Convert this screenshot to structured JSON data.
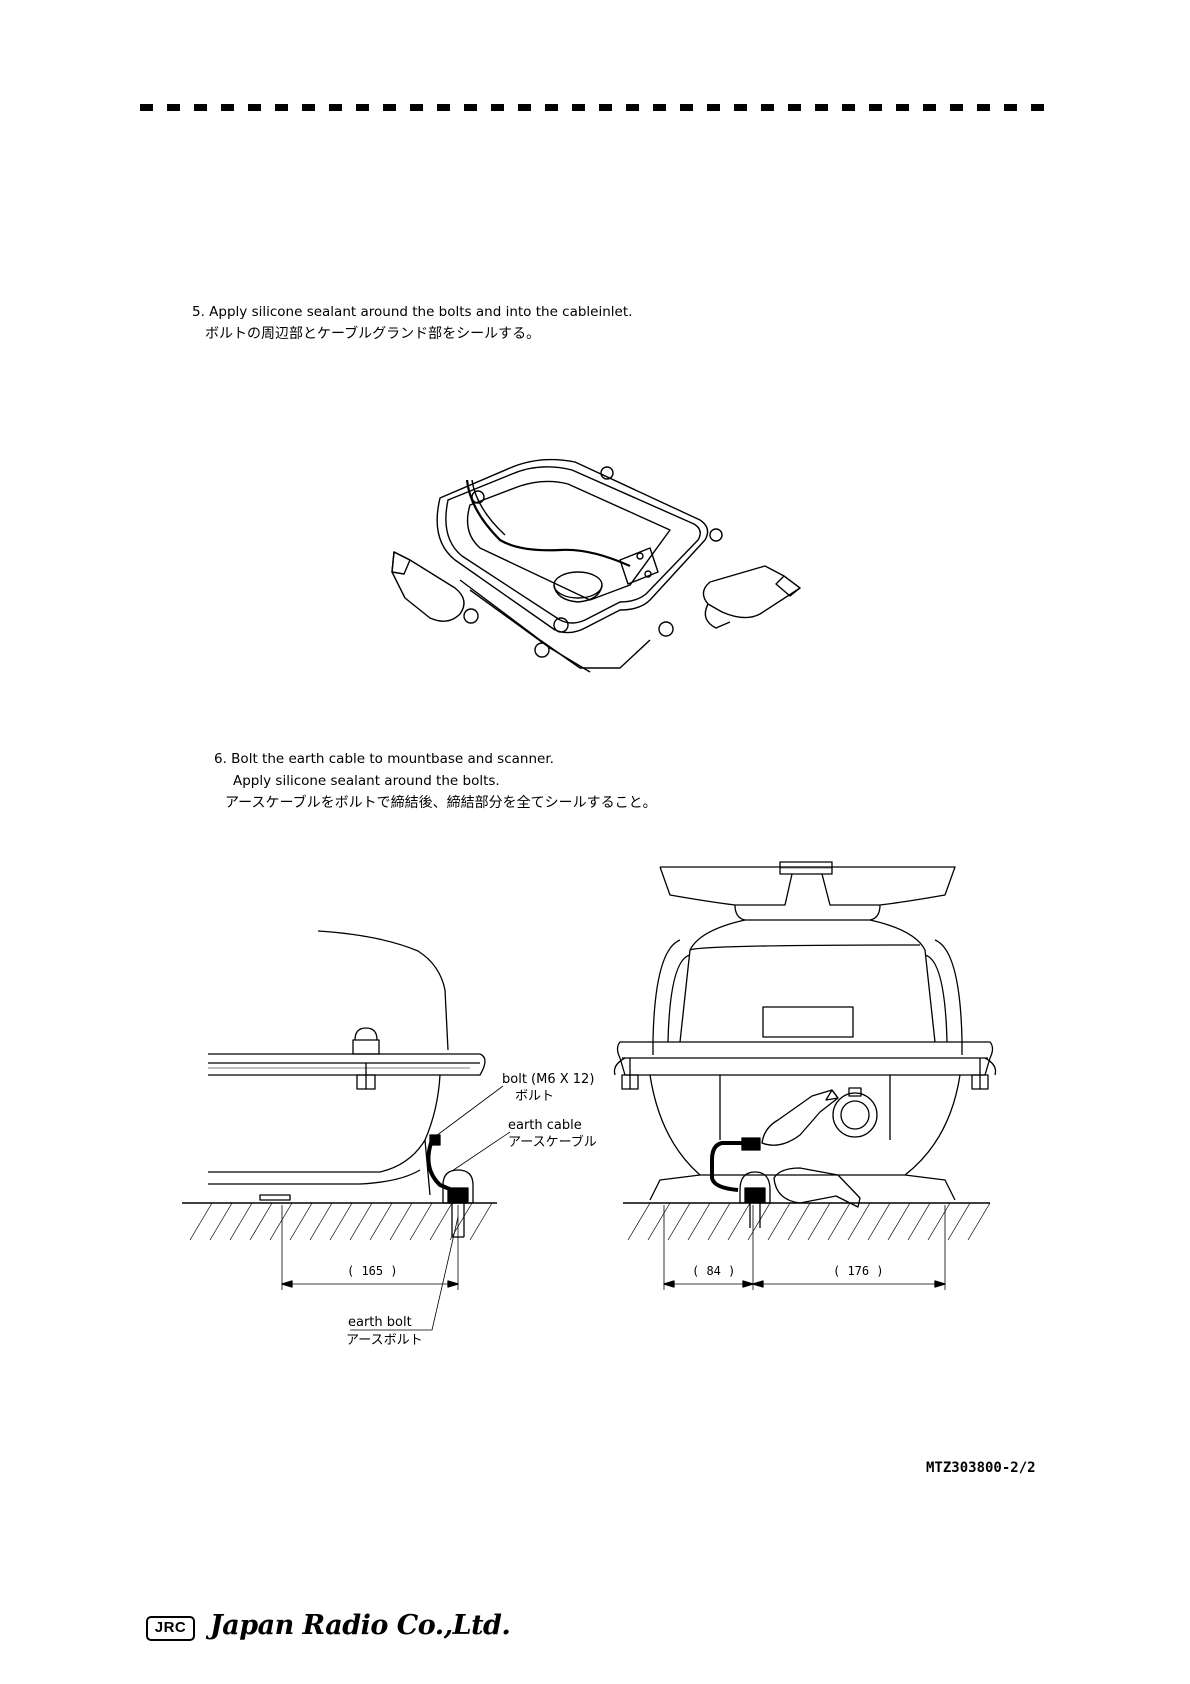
{
  "step5": {
    "instruction_en": "5. Apply silicone sealant around the bolts and into the cableinlet.",
    "instruction_jp": "ボルトの周辺部とケーブルグランド部をシールする。"
  },
  "step6": {
    "instruction_en_1": "6. Bolt the earth cable to mountbase and scanner.",
    "instruction_en_2": "Apply silicone sealant around the bolts.",
    "instruction_jp": "アースケーブルをボルトで締結後、締結部分を全てシールすること。"
  },
  "callouts": {
    "bolt_en": "bolt (M6 X 12)",
    "bolt_jp": "ボルト",
    "earth_cable_en": "earth cable",
    "earth_cable_jp": "アースケーブル",
    "earth_bolt_en": "earth bolt",
    "earth_bolt_jp": "アースボルト"
  },
  "dimensions": {
    "side_width": "( 165 )",
    "front_left": "( 84 )",
    "front_right": "( 176 )"
  },
  "document_code": "MTZ303800-2/2",
  "logo": {
    "badge": "JRC",
    "company": "Japan Radio Co.,Ltd."
  }
}
